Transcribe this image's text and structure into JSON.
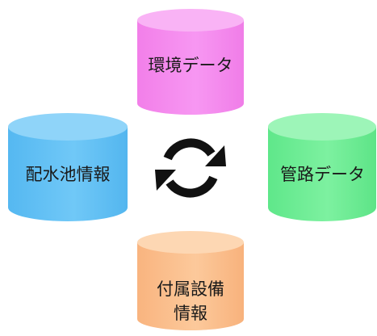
{
  "diagram": {
    "nodes": [
      {
        "id": "env",
        "label": "環境データ",
        "color": "#f58ef0"
      },
      {
        "id": "reservoir",
        "label": "配水池情報",
        "color": "#64c3f5"
      },
      {
        "id": "pipe",
        "label": "管路データ",
        "color": "#6bee94"
      },
      {
        "id": "attachment",
        "label_lines": [
          "付属設備",
          "情報"
        ],
        "color": "#fbbf8d"
      }
    ],
    "center_icon": "refresh-cycle-icon"
  }
}
